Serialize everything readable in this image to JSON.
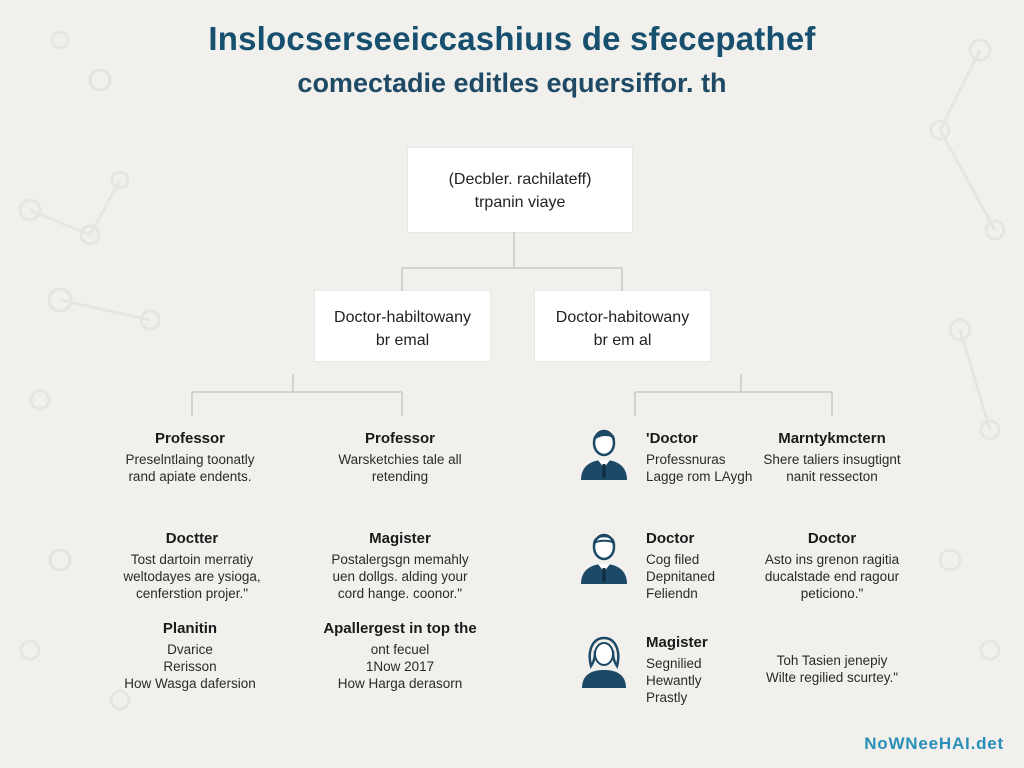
{
  "header": {
    "title": "Inslocserseeiccashiuıs de sfecepathef",
    "subtitle": "comectadie editles equersiffor. th"
  },
  "root": {
    "line1": "(Decbler. rachilateff)",
    "line2": "trpanin viaye"
  },
  "mid": [
    {
      "line1": "Doctor-habiltowany",
      "line2": "br emal"
    },
    {
      "line1": "Doctor-habitowany",
      "line2": "br em al"
    }
  ],
  "left_grid": [
    {
      "title": "Professor",
      "lines": [
        "Preselntlaing toonatly",
        "rand apiate endents."
      ]
    },
    {
      "title": "Professor",
      "lines": [
        "Warsketchies tale all",
        "retending"
      ]
    },
    {
      "title": "Doctter",
      "lines": [
        "Tost dartoin merratiy",
        "weltodayes are ysioga,",
        "cenferstion projer.\""
      ]
    },
    {
      "title": "Magister",
      "lines": [
        "Postalergsgn memahly",
        "uen dollgs. alding your",
        "cord hange. coonor.\""
      ]
    },
    {
      "title": "Planitin",
      "lines": [
        "Dvarice",
        "Rerisson",
        "How Wasga dafersion"
      ]
    },
    {
      "title": "Apallergest in top the",
      "lines": [
        "ont fecuel",
        "1Now 2017",
        "How Harga derasorn"
      ]
    }
  ],
  "right_people": [
    {
      "title": "'Doctor",
      "lines": [
        "Professnuras",
        "Lagge rom LAygh"
      ]
    },
    {
      "title": "Doctor",
      "lines": [
        "Cog filed",
        "Depnitaned",
        "Feliendn"
      ]
    },
    {
      "title": "Magister",
      "lines": [
        "Segnilied",
        "Hewantly",
        "Prastly"
      ]
    }
  ],
  "right_column": [
    {
      "title": "Marntykmctern",
      "lines": [
        "Shere taliers insugtignt",
        "nanit ressecton"
      ]
    },
    {
      "title": "Doctor",
      "lines": [
        "Asto ins grenon ragitia",
        "ducalstade end ragour",
        "peticiono.\""
      ]
    },
    {
      "title": "",
      "lines": [
        "Toh Tasien jenepiy",
        "Wilte regilied scurtey.\""
      ]
    }
  ],
  "avatars": [
    {
      "icon": "man-with-tie-icon",
      "color": "#1c4966"
    },
    {
      "icon": "man-with-tie-icon",
      "color": "#1c4966"
    },
    {
      "icon": "woman-icon",
      "color": "#1c4966"
    }
  ],
  "watermark": "NoWNeeHAI.det",
  "colors": {
    "accent": "#17506f",
    "background": "#f1f0ec",
    "lines": "#c8c8c8"
  }
}
